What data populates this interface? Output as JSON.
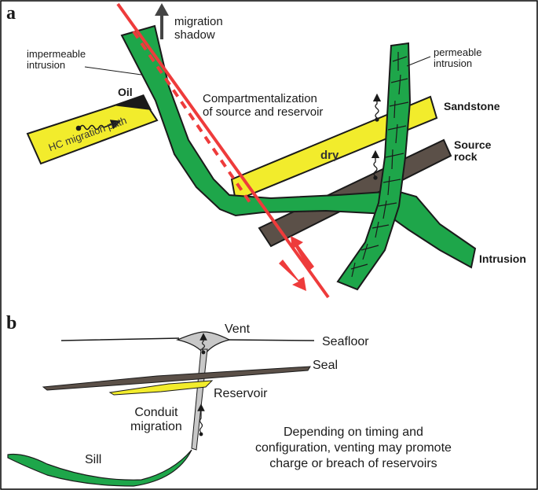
{
  "panel_a": {
    "letter": "a",
    "migration_shadow": "migration\nshadow",
    "impermeable_intrusion": "impermeable\nintrusion",
    "oil": "Oil",
    "hc_migration_path": "HC migration path",
    "compartmentalization": "Compartmentalization\nof source and reservoir",
    "permeable_intrusion": "permeable\nintrusion",
    "sandstone": "Sandstone",
    "source_rock": "Source\nrock",
    "dry": "dry",
    "intrusion": "Intrusion"
  },
  "panel_b": {
    "letter": "b",
    "vent": "Vent",
    "seafloor": "Seafloor",
    "seal": "Seal",
    "reservoir": "Reservoir",
    "conduit_migration": "Conduit\nmigration",
    "sill": "Sill",
    "caption": "Depending on timing and\nconfiguration, venting may promote\ncharge or breach of reservoirs"
  },
  "colors": {
    "sandstone": "#f2ec2c",
    "source_rock": "#5b5048",
    "intrusion": "#1ea64a",
    "fault": "#ee3b3b",
    "vent": "#c8c8c8",
    "outline": "#1a1a1a"
  }
}
